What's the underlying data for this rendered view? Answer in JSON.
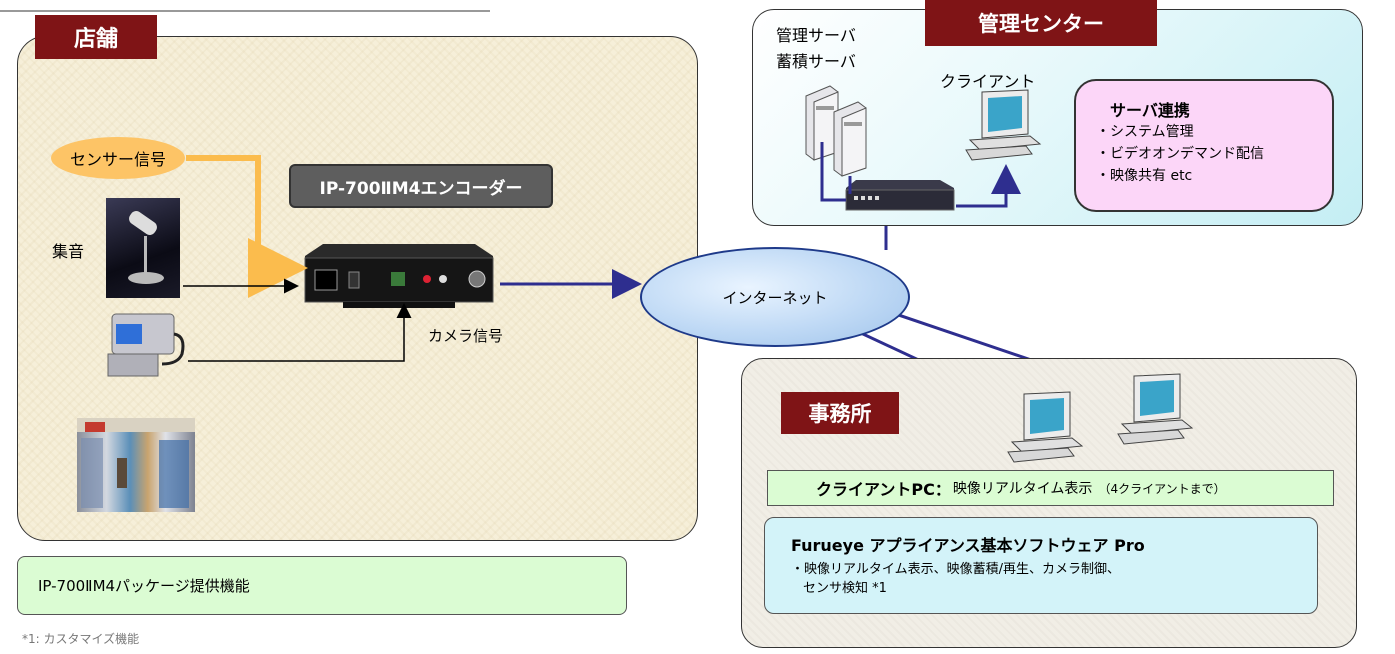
{
  "store": {
    "title": "店舗",
    "sensor_label": "センサー信号",
    "audio_label": "集音",
    "encoder_label": "IP-700ⅡM4エンコーダー",
    "camera_signal_label": "カメラ信号"
  },
  "internet_label": "インターネット",
  "center": {
    "title": "管理センター",
    "server_line1": "管理サーバ",
    "server_line2": "蓄積サーバ",
    "client_label": "クライアント",
    "coop": {
      "title": "サーバ連携",
      "items": [
        "・システム管理",
        "・ビデオオンデマンド配信",
        "・映像共有 etc"
      ]
    }
  },
  "office": {
    "title": "事務所",
    "client_pc_bold": "クライアントPC：",
    "client_pc_text": "映像リアルタイム表示",
    "client_pc_note": "（4クライアントまで）",
    "software_title": "Furueye アプライアンス基本ソフトウェア Pro",
    "software_line1": "・映像リアルタイム表示、映像蓄積/再生、カメラ制御、",
    "software_line2": "センサ検知 *1"
  },
  "package_label": "IP-700ⅡM4パッケージ提供機能",
  "footnote": "*1: カスタマイズ機能",
  "colors": {
    "tag_red": "#7f1416",
    "arrow_navy": "#2e2e8f",
    "sensor_arrow": "#fbbc4d"
  },
  "icons": [
    "microphone-icon",
    "camera-icon",
    "encoder-device-icon",
    "store-photo-icon",
    "server-icon",
    "client-pc-icon",
    "network-hub-icon"
  ]
}
